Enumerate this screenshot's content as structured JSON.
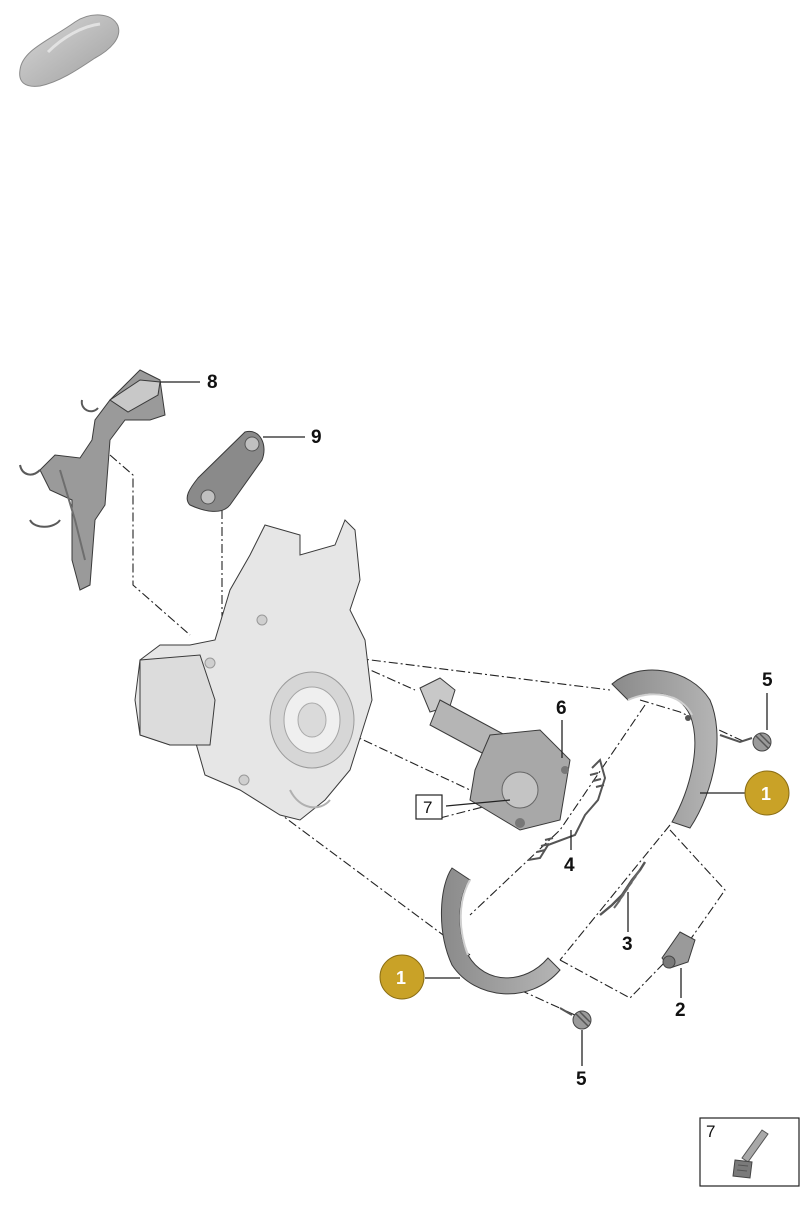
{
  "callouts": {
    "c1_right": "1",
    "c1_left": "1",
    "c2": "2",
    "c3": "3",
    "c4": "4",
    "c5_top": "5",
    "c5_bottom": "5",
    "c6": "6",
    "c7_ref": "7",
    "c8": "8",
    "c9": "9"
  },
  "detail_box": {
    "label": "7"
  },
  "colors": {
    "badge": "#c9a227",
    "part_light": "#e4e4e4",
    "part_mid": "#9a9a9a",
    "part_dark": "#707070"
  },
  "icons": [
    "vehicle-thumbnail",
    "bolt-icon"
  ]
}
